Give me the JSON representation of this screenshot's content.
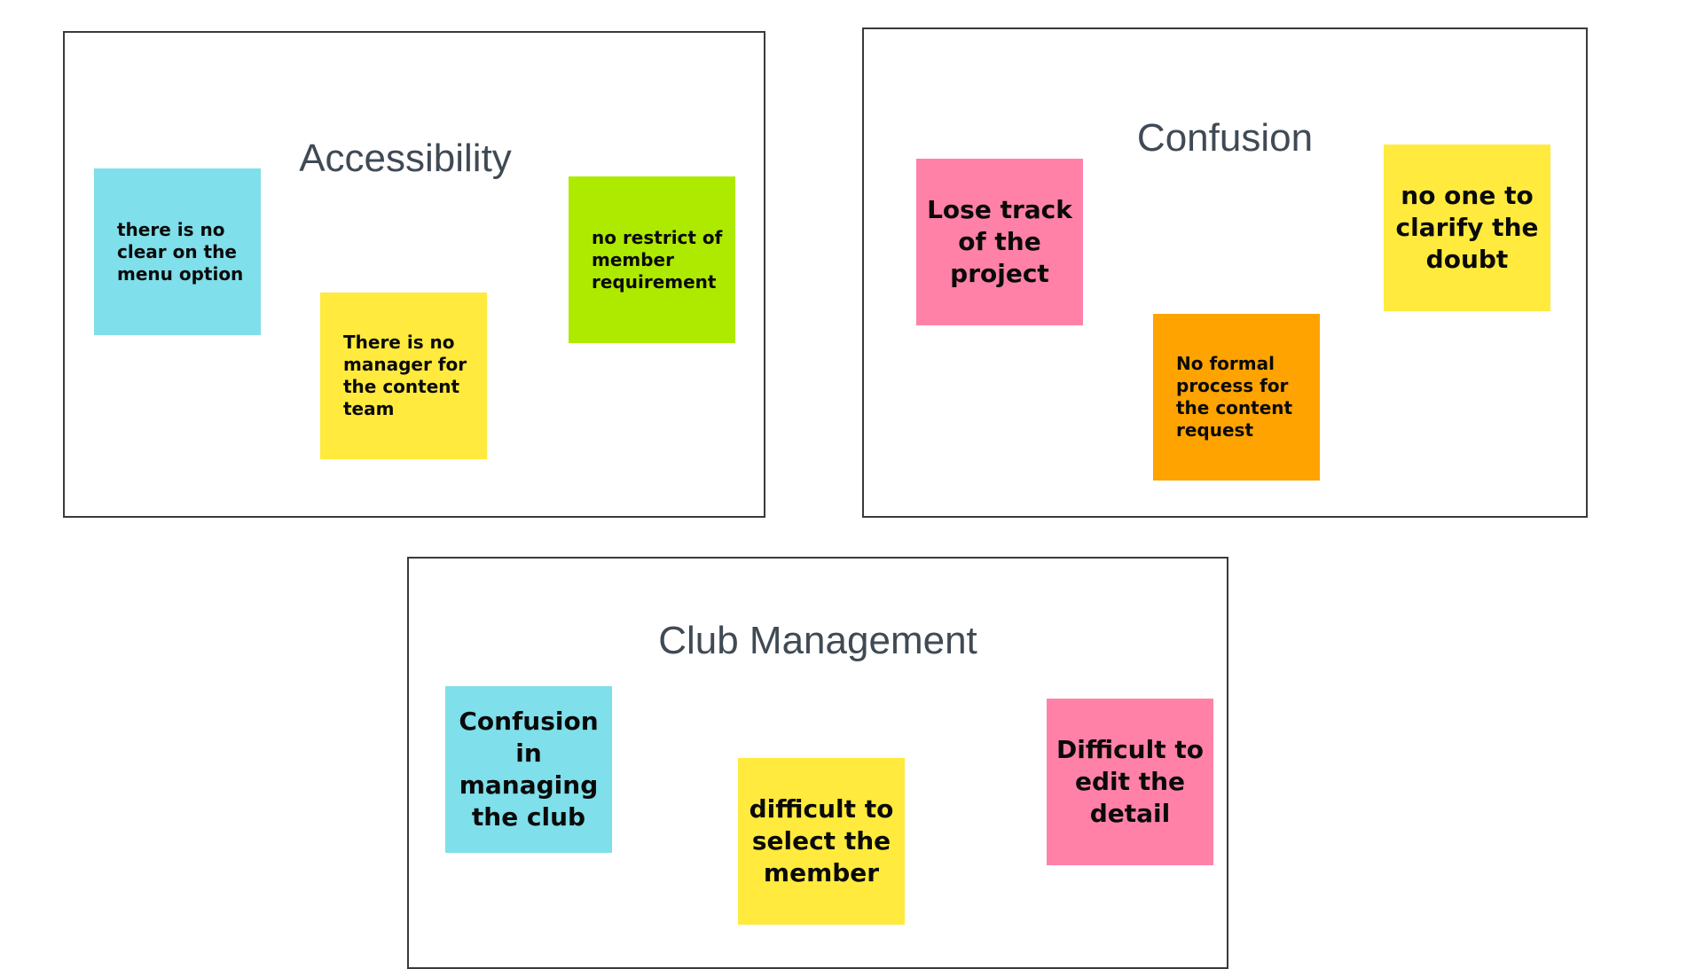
{
  "colors": {
    "blue": "#7fdfea",
    "yellow": "#ffea3d",
    "green": "#aeea00",
    "pink": "#ff81a8",
    "orange": "#ffa300",
    "border": "#3a3a3a",
    "title_text": "#404a55"
  },
  "panels": {
    "accessibility": {
      "title": "Accessibility",
      "notes": [
        {
          "text": "there is no clear on the menu option",
          "color": "blue"
        },
        {
          "text": "There is no manager for the content team",
          "color": "yellow"
        },
        {
          "text": "no restrict of member requirement",
          "color": "green"
        }
      ]
    },
    "confusion": {
      "title": "Confusion",
      "notes": [
        {
          "text": "Lose track of the project",
          "color": "pink"
        },
        {
          "text": "No formal process for the content request",
          "color": "orange"
        },
        {
          "text": "no one to clarify the doubt",
          "color": "yellow"
        }
      ]
    },
    "club_management": {
      "title": "Club Management",
      "notes": [
        {
          "text": "Confusion in managing the club",
          "color": "blue"
        },
        {
          "text": "difficult to select the member",
          "color": "yellow"
        },
        {
          "text": "Difficult to edit the detail",
          "color": "pink"
        }
      ]
    }
  }
}
